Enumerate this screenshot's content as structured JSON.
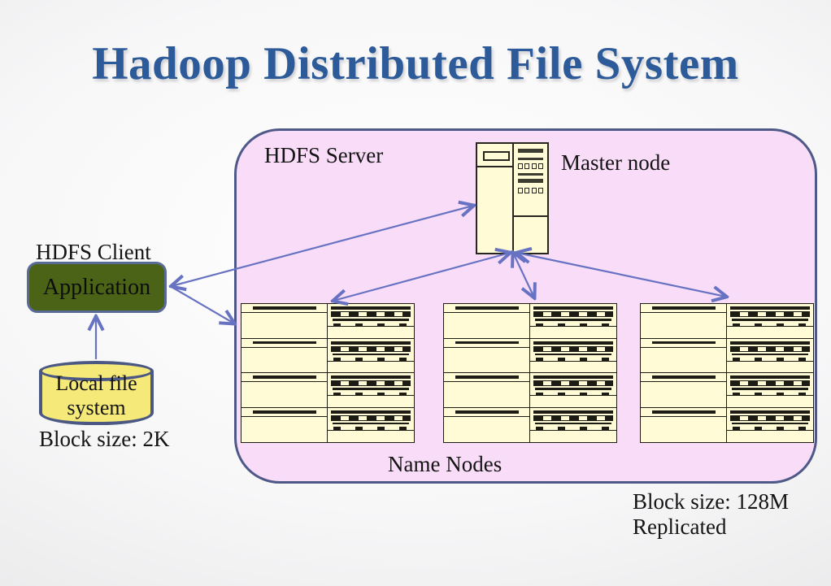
{
  "slide": {
    "title": "Hadoop Distributed File System",
    "labels": {
      "hdfs_server": "HDFS Server",
      "master_node": "Master node",
      "hdfs_client": "HDFS Client",
      "application": "Application",
      "local_file_system": "Local file system",
      "block_size_client": "Block size: 2K",
      "name_nodes": "Name Nodes",
      "block_size_server": "Block size: 128M",
      "replicated": "Replicated"
    },
    "colors": {
      "title_text": "#2d5b99",
      "server_fill": "#f9ddf8",
      "server_border": "#4e5988",
      "node_fill": "#fefbd6",
      "node_border": "#1c1c14",
      "application_fill": "#4a6317",
      "application_border": "#5a6a96",
      "cylinder_fill": "#f5e97a",
      "cylinder_border": "#4b5884",
      "arrow": "#6773c2"
    },
    "structure": {
      "name_node_groups": 3,
      "rows_per_group": 4
    }
  }
}
